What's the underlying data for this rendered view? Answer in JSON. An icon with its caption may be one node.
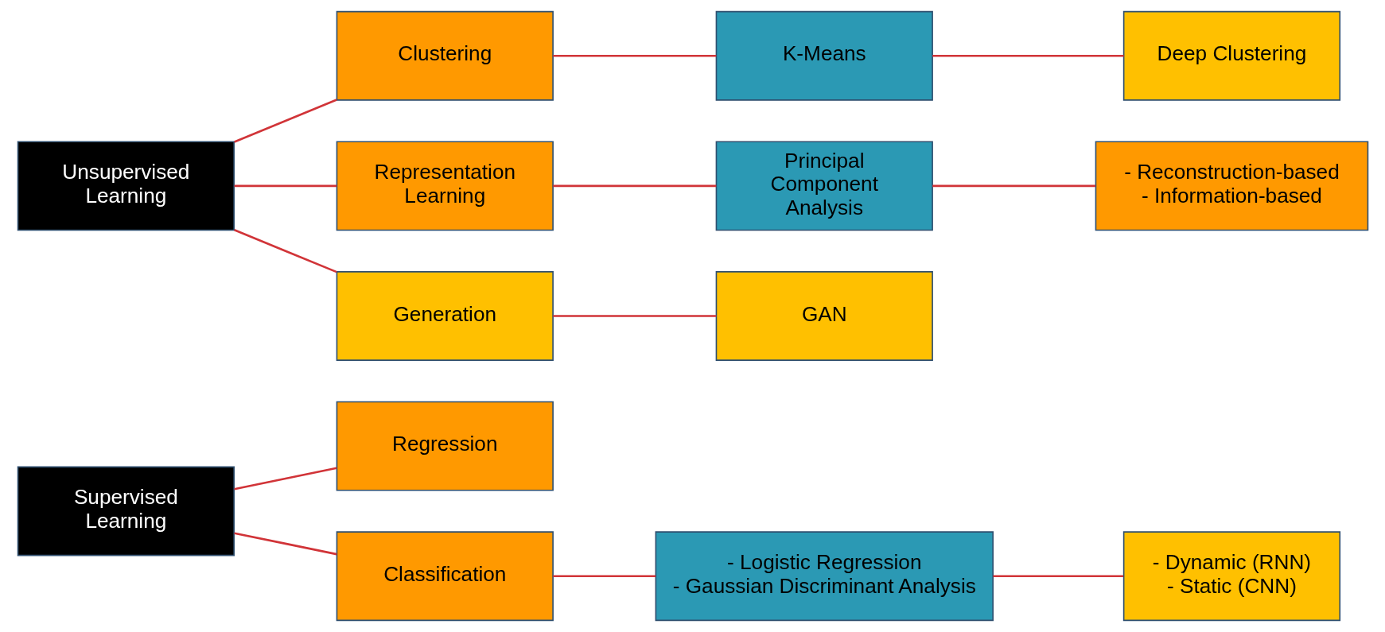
{
  "diagram": {
    "nodes": [
      {
        "text": [
          "Supervised Learning"
        ]
      },
      {
        "text": [
          "Regression"
        ]
      },
      {
        "text": [
          "Classification"
        ]
      },
      {
        "text": [
          "- Logistic Regression",
          "- Gaussian Discriminant Analysis"
        ]
      },
      {
        "text": [
          "- Dynamic (RNN)",
          "- Static (CNN)"
        ]
      },
      {
        "text": [
          "Unsupervised Learning"
        ]
      },
      {
        "text": [
          "Clustering"
        ]
      },
      {
        "text": [
          "K-Means"
        ]
      },
      {
        "text": [
          "Deep Clustering"
        ]
      },
      {
        "text": [
          "Representation Learning"
        ]
      },
      {
        "text": [
          "Principal Component Analysis"
        ]
      },
      {
        "text": [
          "- Reconstruction-based",
          "- Information-based"
        ]
      },
      {
        "text": [
          "Generation"
        ]
      },
      {
        "text": [
          "GAN"
        ]
      }
    ],
    "edges": [
      {
        "from": 0,
        "to": 1,
        "arrow": "none"
      },
      {
        "from": 0,
        "to": 2,
        "arrow": "none"
      },
      {
        "from": 2,
        "to": 3,
        "arrow": "none"
      },
      {
        "from": 3,
        "to": 4,
        "arrow": "none"
      },
      {
        "from": 5,
        "to": 6,
        "arrow": "none"
      },
      {
        "from": 5,
        "to": 9,
        "arrow": "none"
      },
      {
        "from": 5,
        "to": 12,
        "arrow": "none"
      },
      {
        "from": 6,
        "to": 7,
        "arrow": "none"
      },
      {
        "from": 7,
        "to": 8,
        "arrow": "none"
      },
      {
        "from": 9,
        "to": 10,
        "arrow": "none"
      },
      {
        "from": 10,
        "to": 11,
        "arrow": "none"
      },
      {
        "from": 12,
        "to": 13,
        "arrow": "none"
      }
    ]
  }
}
